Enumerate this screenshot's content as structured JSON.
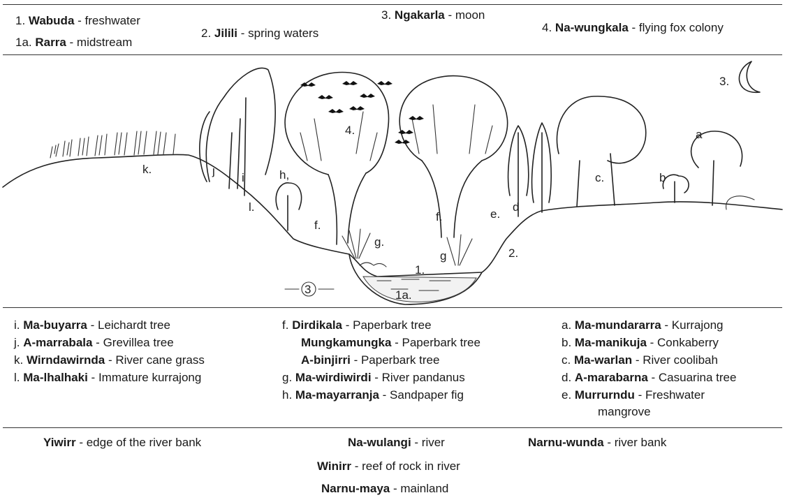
{
  "top_labels": [
    {
      "num": "1.",
      "term": "Wabuda",
      "meaning": "freshwater"
    },
    {
      "num": "1a.",
      "term": "Rarra",
      "meaning": "midstream"
    },
    {
      "num": "2.",
      "term": "Jilili",
      "meaning": "spring waters"
    },
    {
      "num": "3.",
      "term": "Ngakarla",
      "meaning": "moon"
    },
    {
      "num": "4.",
      "term": "Na-wungkala",
      "meaning": "flying fox colony"
    }
  ],
  "diagram_markers": {
    "k": "k.",
    "j": "j",
    "i": "i",
    "l": "l.",
    "h": "h,",
    "f1": "f.",
    "f2": "f.",
    "g1": "g.",
    "g2": "g",
    "four": "4.",
    "e": "e.",
    "d": "d",
    "two": "2.",
    "one": "1.",
    "one_a": "1a.",
    "three_circle": "3",
    "three_moon": "3.",
    "a": "a",
    "b": "b",
    "c": "c."
  },
  "legend": {
    "col1": [
      {
        "key": "i.",
        "term": "Ma-buyarra",
        "meaning": "Leichardt tree"
      },
      {
        "key": "j.",
        "term": "A-marrabala",
        "meaning": "Grevillea tree"
      },
      {
        "key": "k.",
        "term": "Wirndawirnda",
        "meaning": "River cane grass"
      },
      {
        "key": "l.",
        "term": "Ma-lhalhaki",
        "meaning": "Immature kurrajong"
      }
    ],
    "col2": [
      {
        "key": "f.",
        "term": "Dirdikala",
        "meaning": "Paperbark tree"
      },
      {
        "key": "",
        "term": "Mungkamungka",
        "meaning": "Paperbark tree"
      },
      {
        "key": "",
        "term": "A-binjirri",
        "meaning": "Paperbark tree"
      },
      {
        "key": "g.",
        "term": "Ma-wirdiwirdi",
        "meaning": "River pandanus"
      },
      {
        "key": "h.",
        "term": "Ma-mayarranja",
        "meaning": "Sandpaper fig"
      }
    ],
    "col3": [
      {
        "key": "a.",
        "term": "Ma-mundararra",
        "meaning": "Kurrajong"
      },
      {
        "key": "b.",
        "term": "Ma-manikuja",
        "meaning": "Conkaberry"
      },
      {
        "key": "c.",
        "term": "Ma-warlan",
        "meaning": "River coolibah"
      },
      {
        "key": "d.",
        "term": "A-marabarna",
        "meaning": "Casuarina tree"
      },
      {
        "key": "e.",
        "term": "Murrurndu",
        "meaning": "Freshwater"
      }
    ],
    "col3_continuation": "mangrove"
  },
  "bottom_terms": [
    {
      "term": "Yiwirr",
      "meaning": "edge of the river bank"
    },
    {
      "term": "Na-wulangi",
      "meaning": "river"
    },
    {
      "term": "Narnu-wunda",
      "meaning": "river bank"
    },
    {
      "term": "Winirr",
      "meaning": "reef of rock in river"
    },
    {
      "term": "Narnu-maya",
      "meaning": "mainland"
    }
  ],
  "separator": " - "
}
